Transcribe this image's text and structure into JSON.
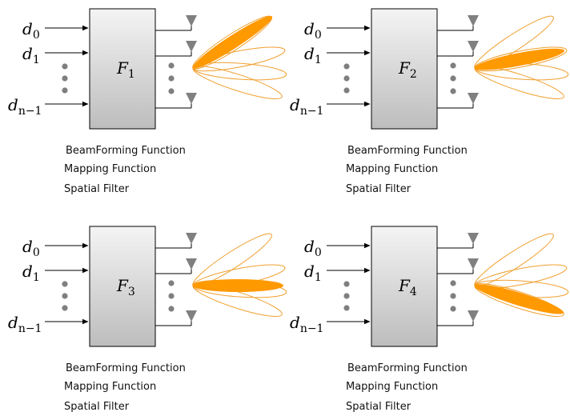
{
  "colors": {
    "beam_fill": "#FF9900",
    "beam_outline": "#F0A030",
    "box_top": "#F4F4F4",
    "box_bottom": "#BDBDBD",
    "antenna": "#808080",
    "dots": "#7F7F7F"
  },
  "inputs": [
    {
      "base": "d",
      "sub": "0"
    },
    {
      "base": "d",
      "sub": "1"
    },
    {
      "base": "d",
      "sub": "n−1"
    }
  ],
  "panels": [
    {
      "func_base": "F",
      "func_sub": "1",
      "active_beam": 0,
      "captions": [
        "BeamForming Function",
        "Mapping Function",
        "Spatial Filter"
      ]
    },
    {
      "func_base": "F",
      "func_sub": "2",
      "active_beam": 1,
      "captions": [
        "BeamForming Function",
        "Mapping Function",
        "Spatial Filter"
      ]
    },
    {
      "func_base": "F",
      "func_sub": "3",
      "active_beam": 2,
      "captions": [
        "BeamForming Function",
        "Mapping Function",
        "Spatial Filter"
      ]
    },
    {
      "func_base": "F",
      "func_sub": "4",
      "active_beam": 3,
      "captions": [
        "BeamForming Function",
        "Mapping Function",
        "Spatial Filter"
      ]
    }
  ]
}
